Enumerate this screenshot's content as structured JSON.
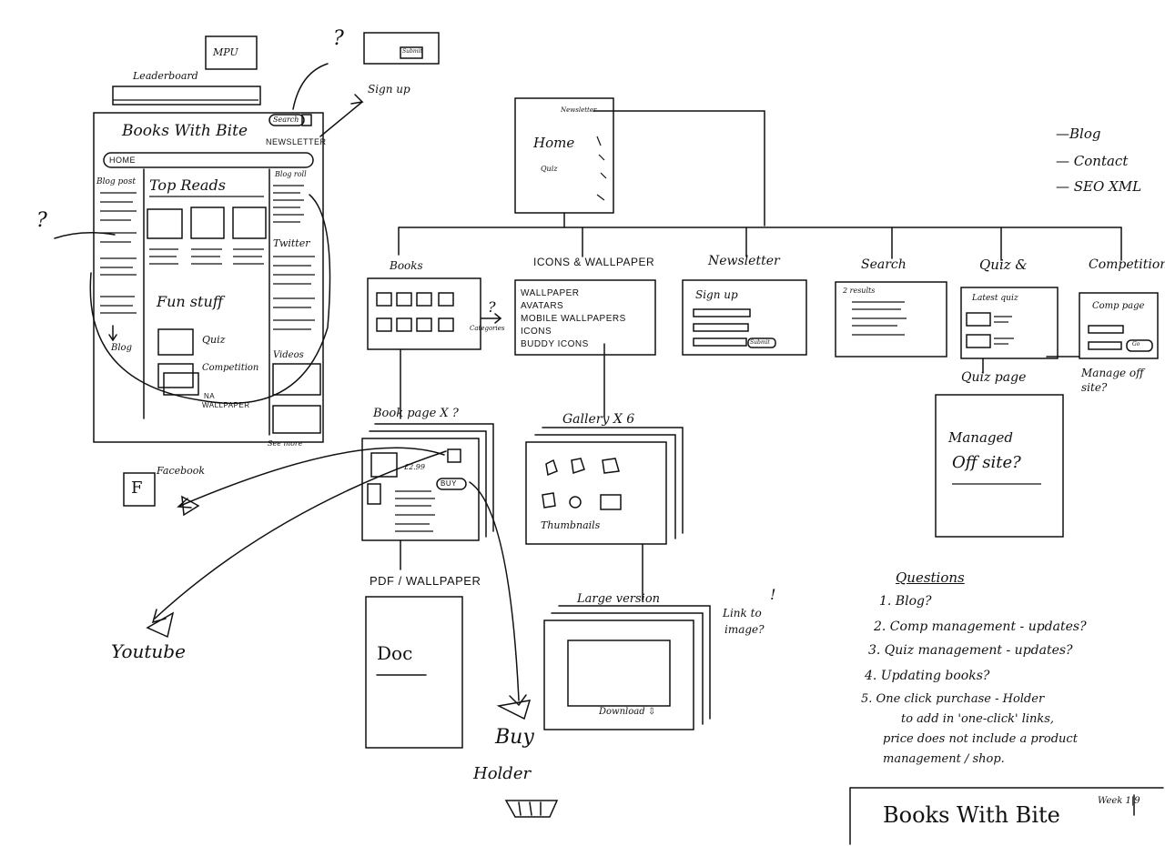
{
  "wireframe": {
    "site_title": "Books With Bite",
    "search_label": "Search",
    "newsletter_label": "NEWSLETTER",
    "home_label": "HOME",
    "leaderboard_label": "Leaderboard",
    "mpu_label": "MPU",
    "blog_post_label": "Blog post",
    "top_reads_label": "Top Reads",
    "blog_roll_label": "Blog roll",
    "twitter_label": "Twitter",
    "fun_stuff_label": "Fun stuff",
    "quiz_label": "Quiz",
    "competition_label": "Competition",
    "wallpaper_label": "WALLPAPER",
    "wallpaper_prefix": "NA",
    "videos_label": "Videos",
    "see_more_label": "See more",
    "blog_arrow_label": "Blog"
  },
  "signup_popup": {
    "label": "Sign up",
    "btn": "Submit"
  },
  "external": {
    "question": "?",
    "facebook": "Facebook",
    "youtube": "Youtube"
  },
  "sitemap": {
    "home": {
      "label": "Home",
      "newsletter": "Newsletter",
      "quiz": "Quiz"
    },
    "side_links": [
      "Blog",
      "Contact",
      "SEO XML"
    ],
    "sections": {
      "books": "Books",
      "icons": "ICONS & WALLPAPER",
      "newsletter": "Newsletter",
      "search": "Search",
      "quiz": "Quiz &",
      "competition": "Competition"
    },
    "icons_list": [
      "WALLPAPER",
      "AVATARS",
      "MOBILE WALLPAPERS",
      "ICONS",
      "BUDDY ICONS"
    ],
    "books_note": "Categories",
    "books_q": "?",
    "newsletter_signup": "Sign up",
    "newsletter_btn": "Submit",
    "search_results": "2 results",
    "quiz_box": "Latest quiz",
    "comp_box": "Comp page",
    "comp_btn": "Go",
    "manage_off_site": "Manage off site?",
    "quiz_page": "Quiz page",
    "managed_off_site": [
      "Managed",
      "Off site?"
    ],
    "book_page": "Book page X ?",
    "book_price": "£2.99",
    "buy": "BUY",
    "gallery": "Gallery X 6",
    "thumbnails": "Thumbnails",
    "pdf_wallpaper": "PDF / WALLPAPER",
    "doc": "Doc",
    "large_version": "Large version",
    "download": "Download",
    "link_to_image": [
      "Link to",
      "image?"
    ],
    "exclaim": "!",
    "buy_holder": [
      "Buy",
      "Holder"
    ]
  },
  "questions": {
    "title": "Questions",
    "items": [
      "1. Blog?",
      "2. Comp management - updates?",
      "3. Quiz management - updates?",
      "4. Updating books?",
      "5. One click purchase - Holder",
      "to add in 'one-click' links,",
      "price does not include a product",
      "management / shop."
    ]
  },
  "footer": {
    "title": "Books With Bite",
    "week": "Week 1|9"
  }
}
